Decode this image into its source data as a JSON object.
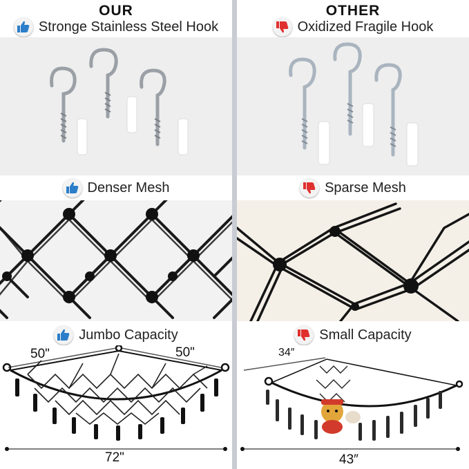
{
  "left": {
    "heading": "OUR",
    "hook_label": "Stronge  Stainless Steel Hook",
    "mesh_label": "Denser Mesh",
    "capacity_label": "Jumbo Capacity",
    "dim_left": "50\"",
    "dim_right": "50\"",
    "dim_bottom": "72\"",
    "thumb": "thumbs-up-icon"
  },
  "right": {
    "heading": "OTHER",
    "hook_label": "Oxidized Fragile Hook",
    "mesh_label": "Sparse Mesh",
    "capacity_label": "Small Capacity",
    "dim_top": "34″",
    "dim_bottom": "43″",
    "thumb": "thumbs-down-icon"
  },
  "colors": {
    "thumb_up": "#2b7ec9",
    "thumb_down": "#e0302e",
    "divider": "#c9ccd3"
  }
}
